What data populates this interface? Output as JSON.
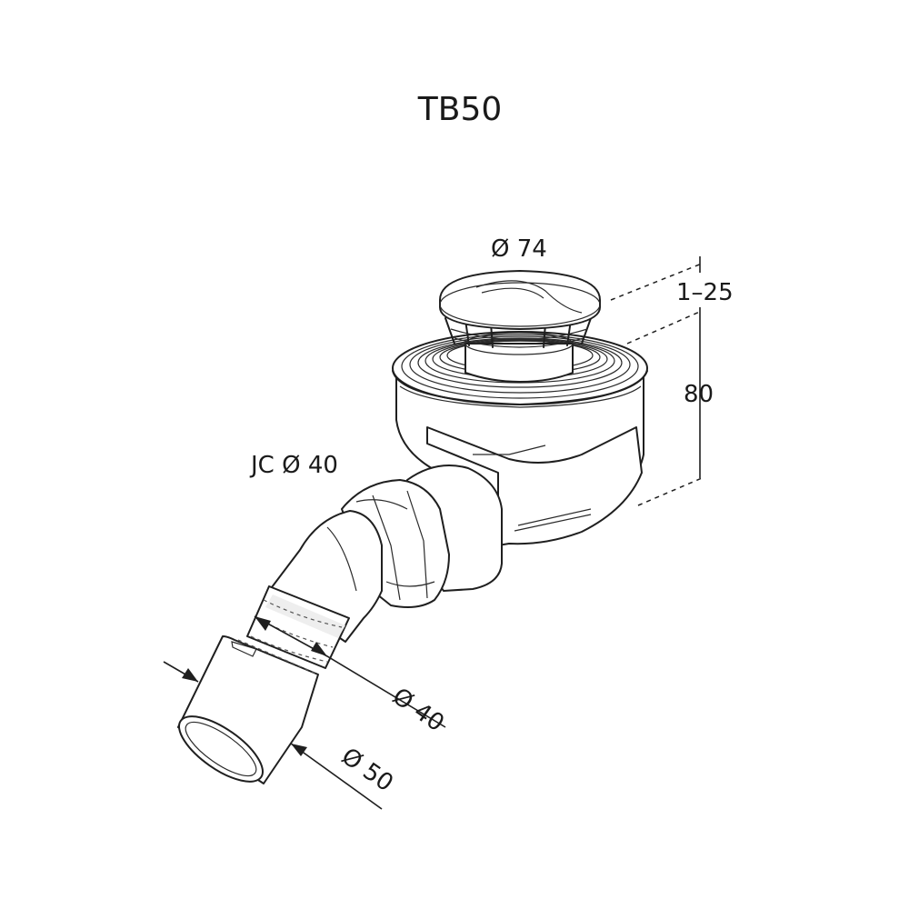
{
  "title": "TB50",
  "dimensions": {
    "cap_diameter": "Ø 74",
    "height_adjust": "1–25",
    "total_height": "80",
    "jc_outlet": "JC Ø 40",
    "outlet_inner": "Ø 40",
    "outlet_outer": "Ø 50"
  }
}
